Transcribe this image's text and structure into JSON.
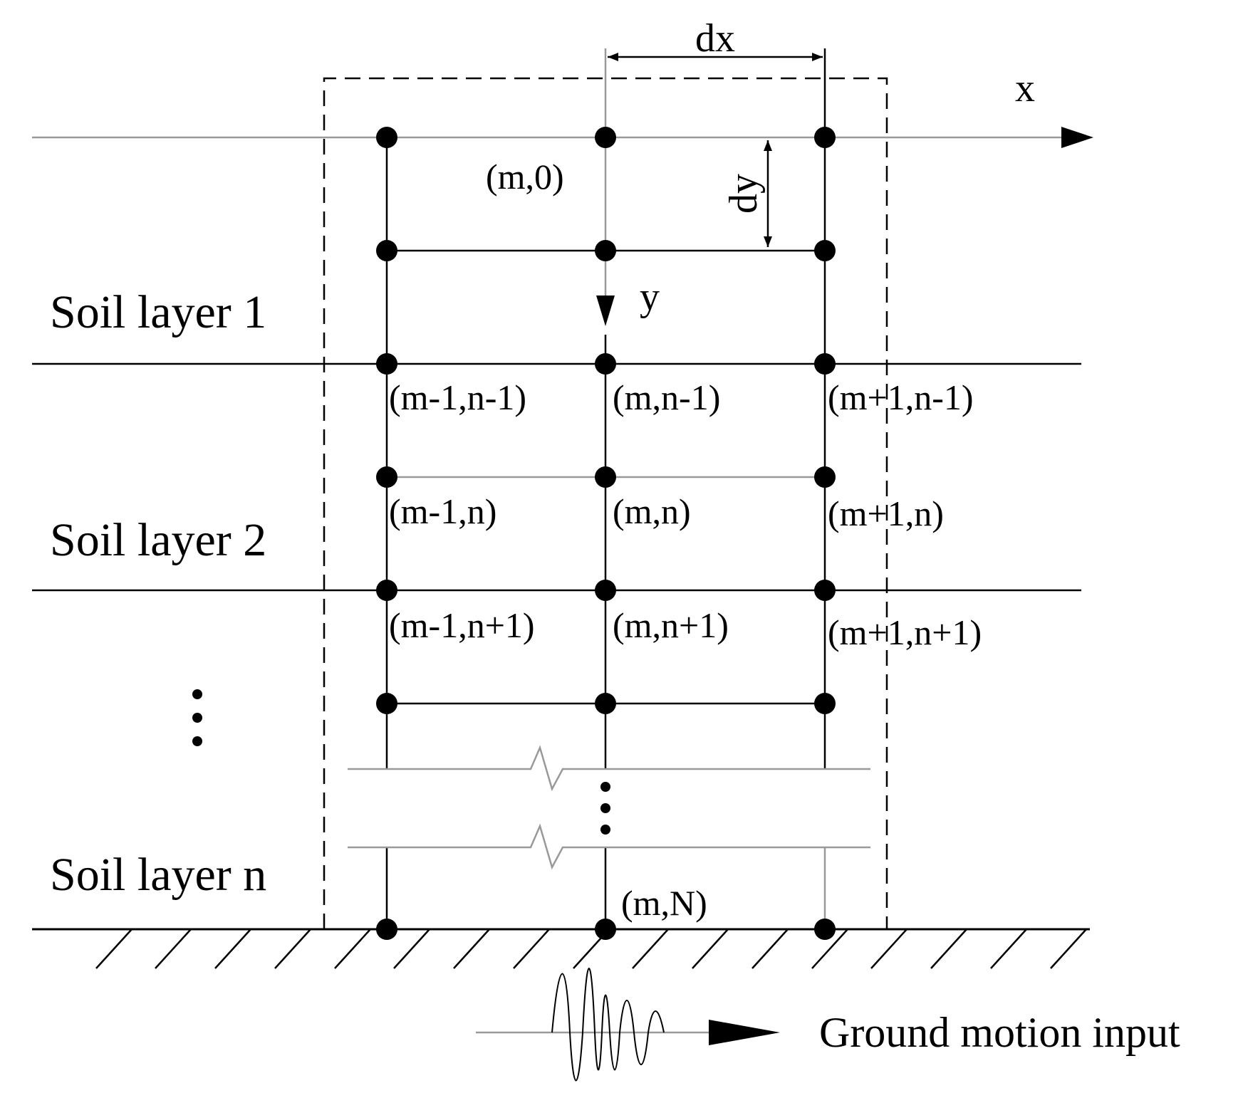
{
  "axes": {
    "x_label": "x",
    "y_label": "y",
    "dx_label": "dx",
    "dy_label": "dy"
  },
  "layers": [
    "Soil layer 1",
    "Soil layer 2",
    "Soil layer n"
  ],
  "vertical_ellipsis": "⋮",
  "nodes": {
    "m_0": "(m,0)",
    "m1_n1": "(m-1,n-1)",
    "m_n1": "(m,n-1)",
    "p1_n1": "(m+1,n-1)",
    "m1_n": "(m-1,n)",
    "m_n": "(m,n)",
    "p1_n": "(m+1,n)",
    "m1_np1": "(m-1,n+1)",
    "m_np1": "(m,n+1)",
    "p1_np1": "(m+1,n+1)",
    "m_N": "(m,N)"
  },
  "ground_motion_label": "Ground motion input",
  "colors": {
    "line": "#000000",
    "light_line": "#999999"
  }
}
